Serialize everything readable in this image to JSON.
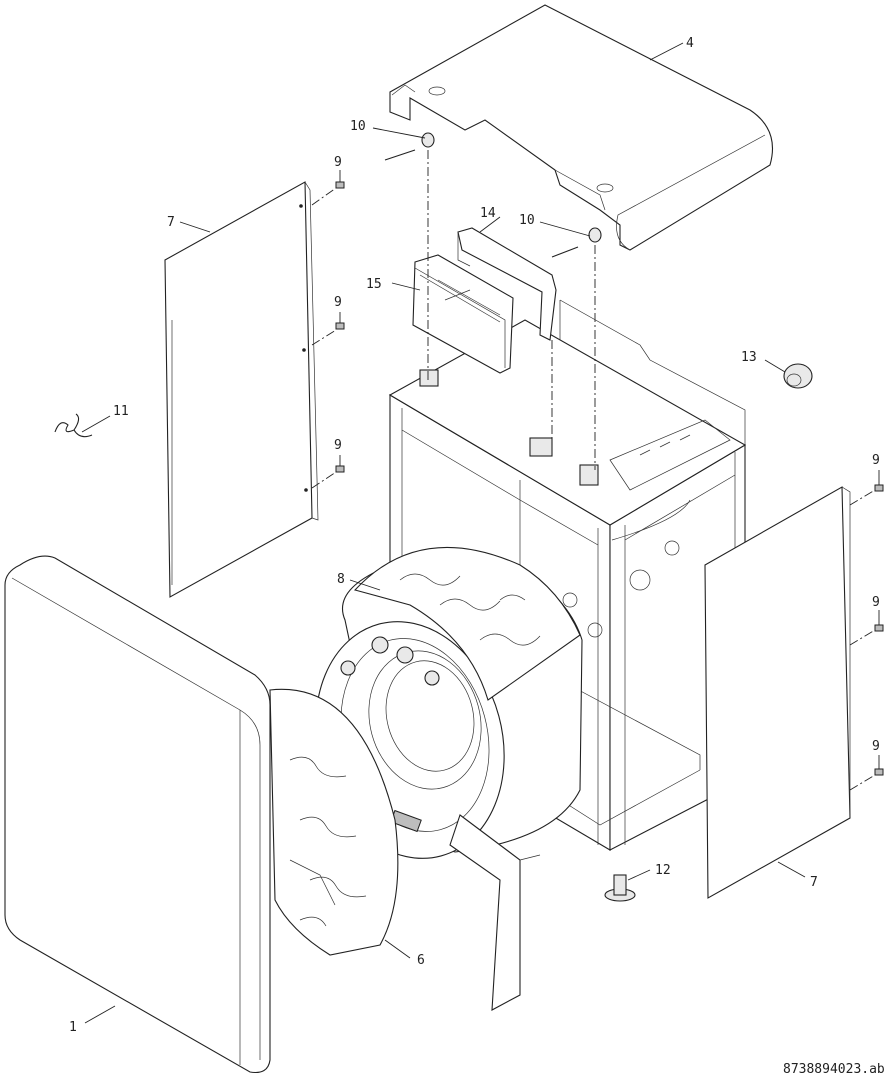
{
  "drawing_id": "8738894023.ab",
  "callouts": {
    "c1": "1",
    "c4": "4",
    "c6": "6",
    "c7a": "7",
    "c7b": "7",
    "c8": "8",
    "c9a": "9",
    "c9b": "9",
    "c9c": "9",
    "c9d": "9",
    "c9e": "9",
    "c9f": "9",
    "c10a": "10",
    "c10b": "10",
    "c11": "11",
    "c12": "12",
    "c13": "13",
    "c14": "14",
    "c15": "15"
  }
}
